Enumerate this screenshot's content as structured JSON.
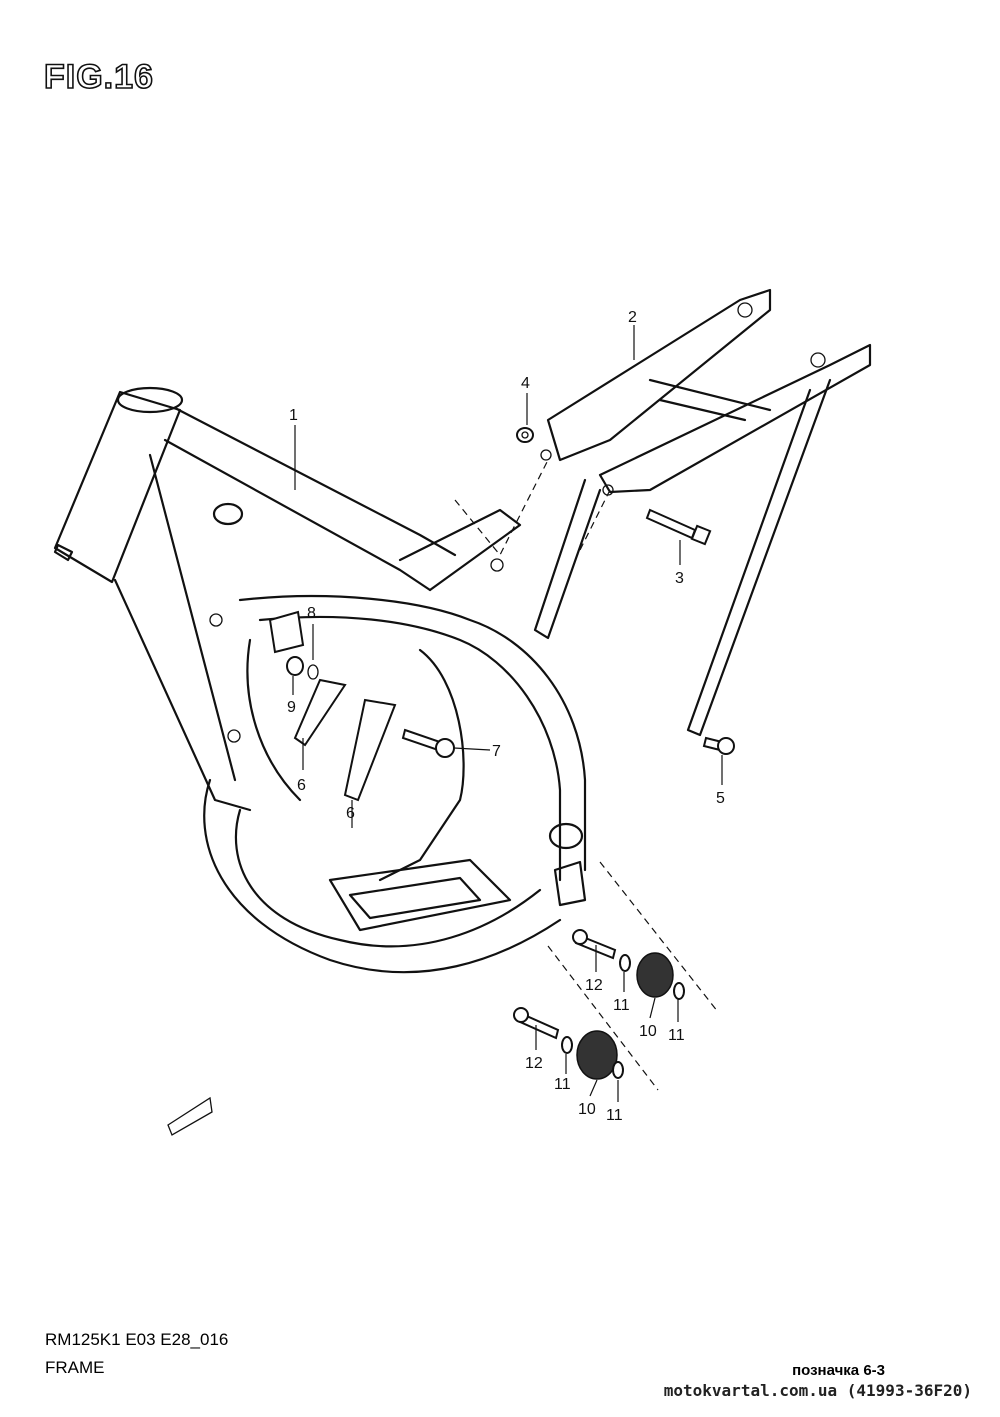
{
  "figure": {
    "title": "FIG.16",
    "model_code": "RM125K1 E03 E28_016",
    "section_name": "FRAME"
  },
  "callouts": [
    "1",
    "2",
    "3",
    "4",
    "5",
    "6",
    "6",
    "7",
    "8",
    "9",
    "10",
    "10",
    "11",
    "11",
    "11",
    "11",
    "12",
    "12"
  ],
  "footer": {
    "reference": "позначка 6-3",
    "source": "motokvartal.com.ua (41993-36F20)"
  }
}
